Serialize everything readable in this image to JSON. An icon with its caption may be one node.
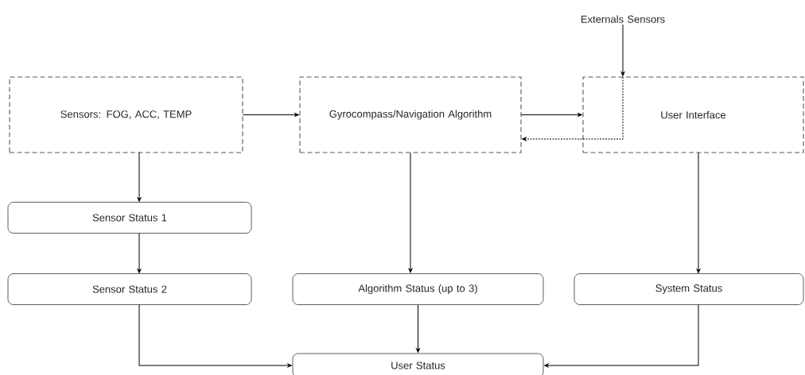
{
  "diagram": {
    "nodes": [
      {
        "text": [
          "Sensors: FOG, ACC, TEMP"
        ]
      },
      {
        "text": [
          "Gyrocompass/Navigation Algorithm"
        ]
      },
      {
        "text": [
          "User Interface"
        ]
      },
      {
        "text": [
          "Externals Sensors"
        ]
      },
      {
        "text": [
          "Sensor Status 1"
        ]
      },
      {
        "text": [
          "Sensor Status 2"
        ]
      },
      {
        "text": [
          "Algorithm Status (up to 3)"
        ]
      },
      {
        "text": [
          "System Status"
        ]
      },
      {
        "text": [
          "User Status"
        ]
      }
    ],
    "edges": [
      {
        "from": 0,
        "to": 1,
        "arrow": "to"
      },
      {
        "from": 1,
        "to": 2,
        "arrow": "to"
      },
      {
        "from": 3,
        "to": 2,
        "arrow": "to"
      },
      {
        "from": 2,
        "to": 1,
        "arrow": "to",
        "style": "dashed"
      },
      {
        "from": 0,
        "to": 4,
        "arrow": "to"
      },
      {
        "from": 4,
        "to": 5,
        "arrow": "to"
      },
      {
        "from": 1,
        "to": 6,
        "arrow": "to"
      },
      {
        "from": 2,
        "to": 7,
        "arrow": "to"
      },
      {
        "from": 5,
        "to": 8,
        "arrow": "to"
      },
      {
        "from": 6,
        "to": 8,
        "arrow": "to"
      },
      {
        "from": 7,
        "to": 8,
        "arrow": "to"
      }
    ]
  }
}
